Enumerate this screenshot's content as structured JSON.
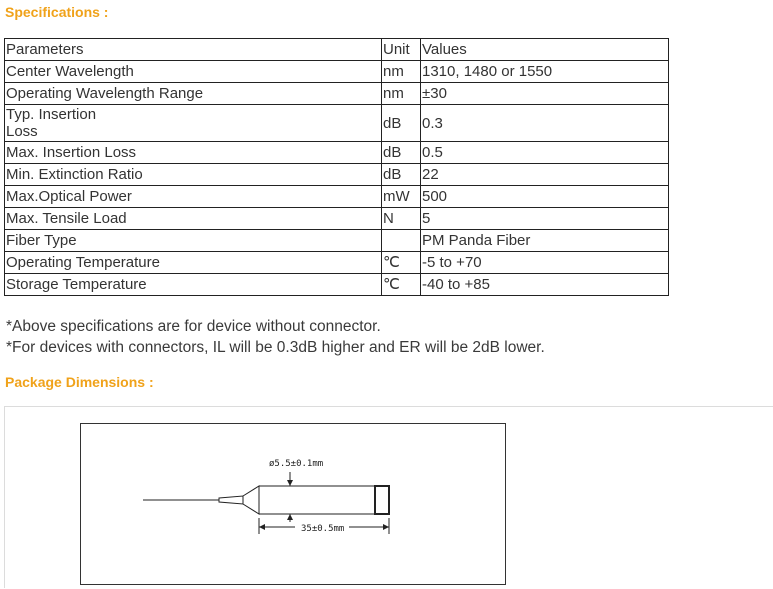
{
  "spec_title": "Specifications :",
  "spec_table": {
    "header": [
      "Parameters",
      "Unit",
      "Values"
    ],
    "rows": [
      {
        "param": "Center Wavelength",
        "unit": "nm",
        "value": "1310, 1480 or 1550"
      },
      {
        "param": "Operating Wavelength Range",
        "unit": "nm",
        "value": "±30"
      },
      {
        "param": "Typ. Insertion\nLoss",
        "unit": "dB",
        "value": "0.3"
      },
      {
        "param": "Max. Insertion Loss",
        "unit": "dB",
        "value": "0.5"
      },
      {
        "param": "Min. Extinction Ratio",
        "unit": "dB",
        "value": "22"
      },
      {
        "param": "Max.Optical Power",
        "unit": "mW",
        "value": "500"
      },
      {
        "param": "Max. Tensile Load",
        "unit": "N",
        "value": "5"
      },
      {
        "param": "Fiber Type",
        "unit": "",
        "value": "PM Panda Fiber"
      },
      {
        "param": "Operating Temperature",
        "unit": "℃",
        "value": "-5 to +70"
      },
      {
        "param": "Storage Temperature",
        "unit": "℃",
        "value": "-40 to +85"
      }
    ]
  },
  "notes": [
    "*Above specifications are for device without connector.",
    "*For devices with connectors, IL will be 0.3dB higher and ER will be 2dB lower."
  ],
  "package_title": "Package Dimensions :",
  "drawing": {
    "diameter_label": "ø5.5±0.1mm",
    "length_label": "35±0.5mm"
  }
}
